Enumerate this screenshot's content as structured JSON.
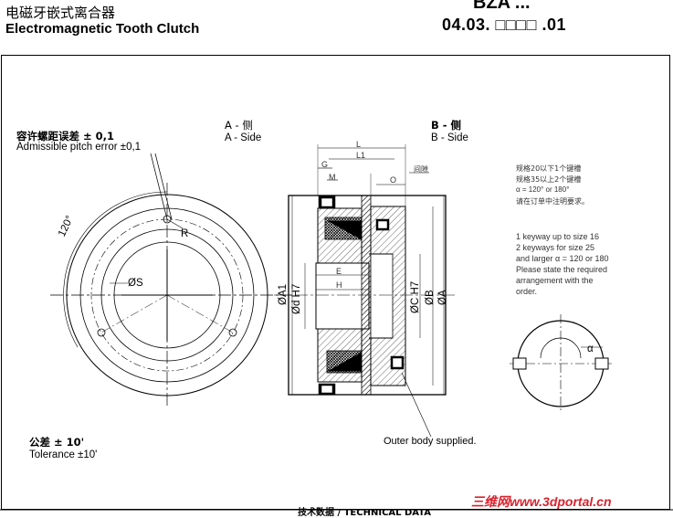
{
  "header": {
    "title_cn": "电磁牙嵌式离合器",
    "title_en": "Electromagnetic Tooth Clutch",
    "model": "BZA ...",
    "code": "04.03. □□□□ .01"
  },
  "left_view": {
    "pitch_error_cn": "容许螺距误差 ± 0,1",
    "pitch_error_en": "Admissible pitch error ±0,1",
    "angle_label": "120°",
    "radius_label": "R",
    "diameter_label": "ØS",
    "tolerance_cn": "公差  ± 10'",
    "tolerance_en": "Tolerance ±10'"
  },
  "section_view": {
    "side_a_cn": "A - 侧",
    "side_a_en": "A - Side",
    "side_b_cn": "B - 侧",
    "side_b_en": "B - Side",
    "dim_L": "L",
    "dim_L1": "L1",
    "dim_G": "G",
    "dim_M": "M",
    "dim_O": "O",
    "gap_cn": "间隙",
    "dim_E": "E",
    "dim_H": "H",
    "dim_A1": "ØA1",
    "dim_d": "Ød H7",
    "dim_C": "ØC H7",
    "dim_B": "ØB",
    "dim_A": "ØA",
    "outer_body": "Outer body supplied."
  },
  "keyway_notes": {
    "cn_line1": "规格20以下1个键槽",
    "cn_line2": "规格35以上2个键槽",
    "cn_line3": "α = 120° or 180°",
    "cn_line4": "请在订单中注明要求。",
    "en_line1": "1 keyway up to size 16",
    "en_line2": "2 keyways for size 25",
    "en_line3": "and larger α = 120 or 180",
    "en_line4": "Please state the required",
    "en_line5": "arrangement with the",
    "en_line6": "order.",
    "alpha_label": "α"
  },
  "footer": {
    "tech_data_label": "技术数据 / TECHNICAL DATA",
    "watermark_cn": "三维网",
    "watermark_url": "www.3dportal.cn"
  }
}
